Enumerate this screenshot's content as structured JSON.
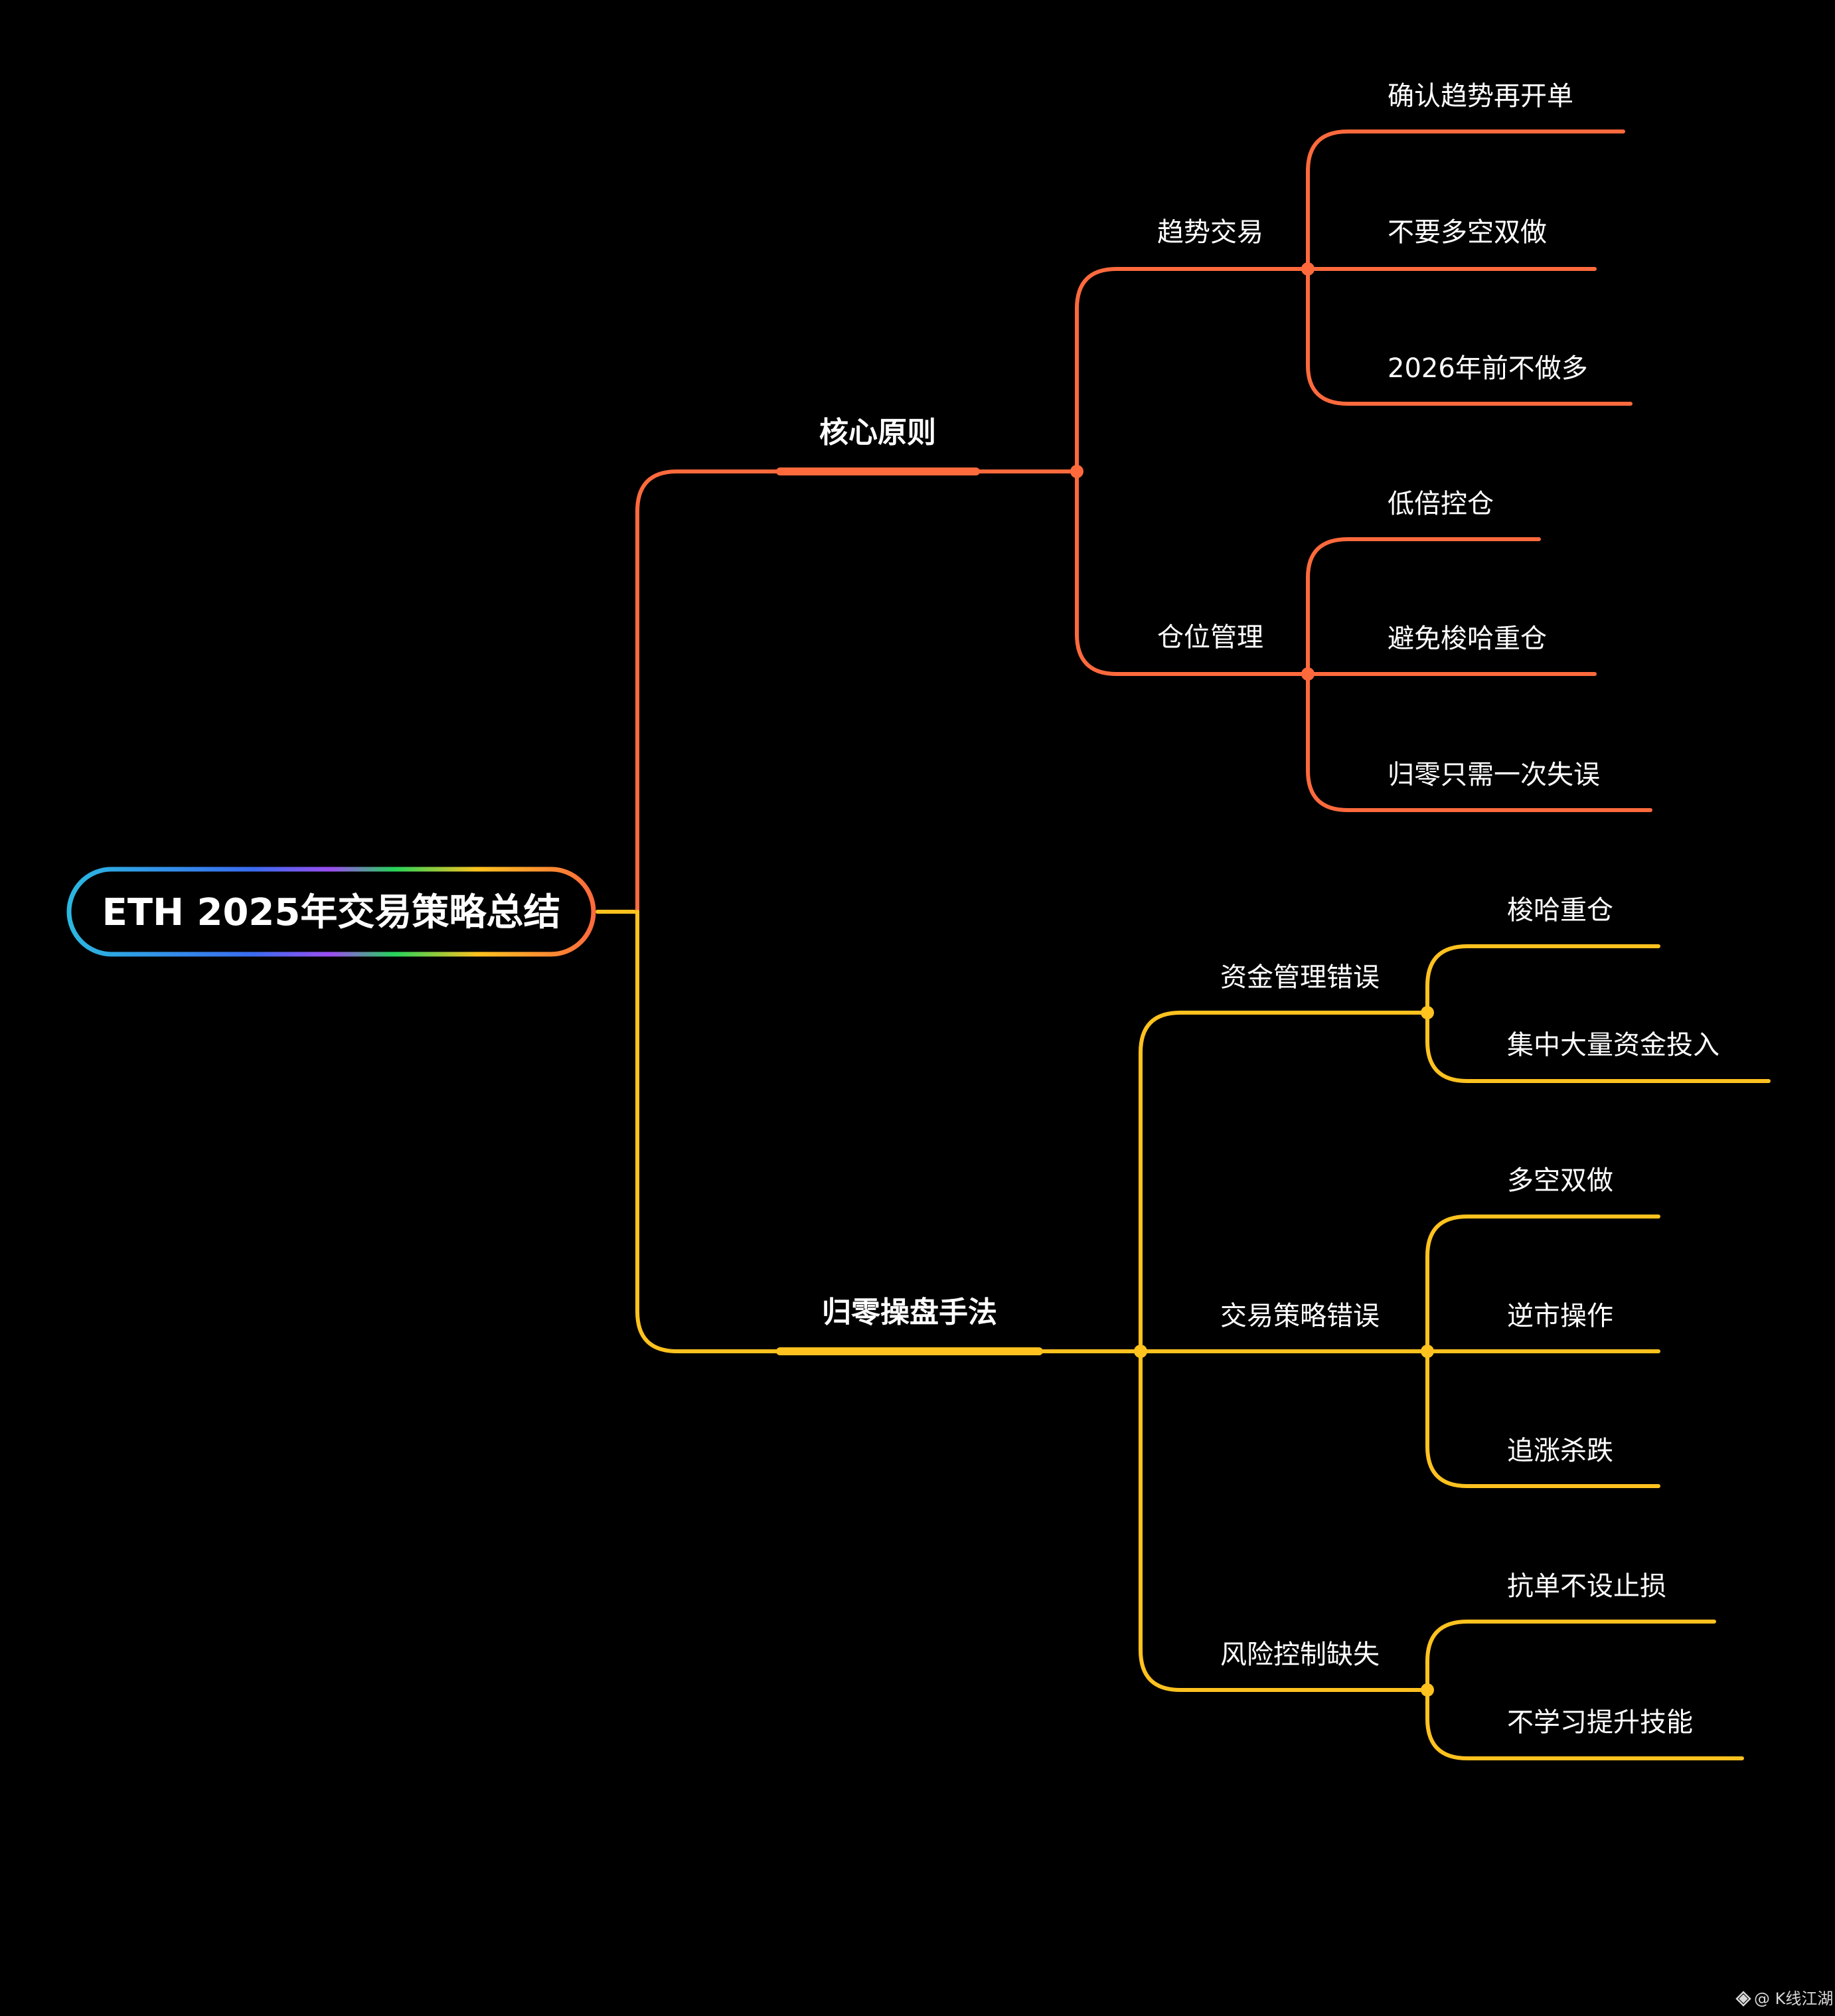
{
  "colors": {
    "background": "#000000",
    "orange": "#ff6a3d",
    "yellow": "#ffc21f",
    "text": "#ffffff"
  },
  "root": {
    "label": "ETH 2025年交易策略总结"
  },
  "branches": [
    {
      "label": "核心原则",
      "children": [
        {
          "label": "趋势交易",
          "children": [
            "确认趋势再开单",
            "不要多空双做",
            "2026年前不做多"
          ]
        },
        {
          "label": "仓位管理",
          "children": [
            "低倍控仓",
            "避免梭哈重仓",
            "归零只需一次失误"
          ]
        }
      ]
    },
    {
      "label": "归零操盘手法",
      "children": [
        {
          "label": "资金管理错误",
          "children": [
            "梭哈重仓",
            "集中大量资金投入"
          ]
        },
        {
          "label": "交易策略错误",
          "children": [
            "多空双做",
            "逆市操作",
            "追涨杀跌"
          ]
        },
        {
          "label": "风险控制缺失",
          "children": [
            "抗单不设止损",
            "不学习提升技能"
          ]
        }
      ]
    }
  ],
  "watermark": {
    "icon": "diamond-logo-icon",
    "text": "@ K线江湖"
  }
}
